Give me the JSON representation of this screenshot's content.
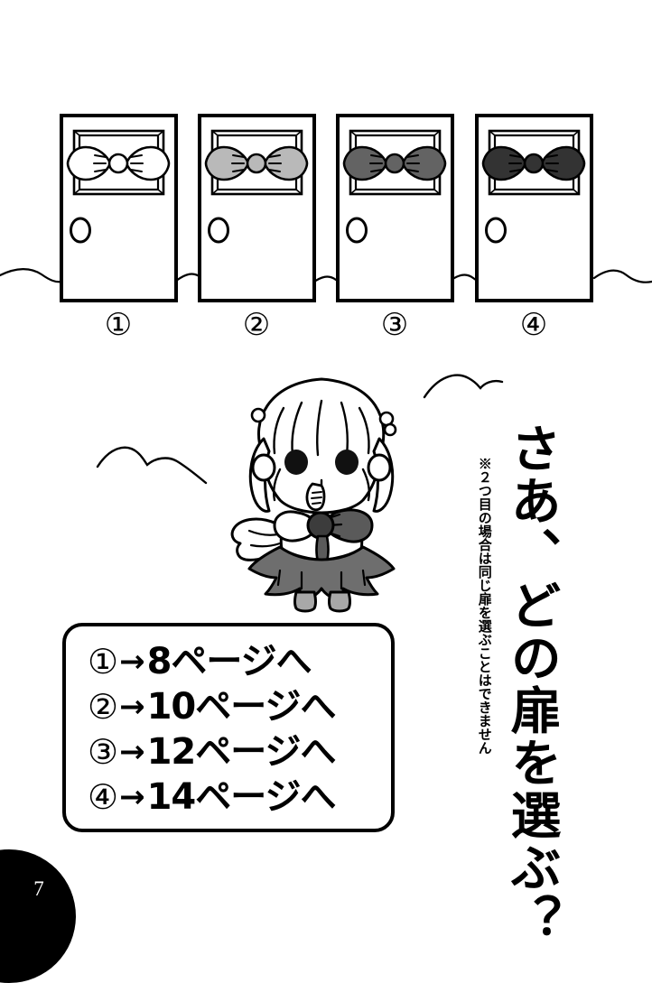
{
  "page": {
    "number": "7",
    "background_color": "#ffffff",
    "ink_color": "#000000"
  },
  "scene": {
    "name": "four-doors-scene",
    "doors": [
      {
        "id": "1",
        "label": "①",
        "bow_color": "#ffffff",
        "bow_name": "bow-ribbon-white"
      },
      {
        "id": "2",
        "label": "②",
        "bow_color": "#b9b9b9",
        "bow_name": "bow-ribbon-light-gray"
      },
      {
        "id": "3",
        "label": "③",
        "bow_color": "#636363",
        "bow_name": "bow-ribbon-medium-gray"
      },
      {
        "id": "4",
        "label": "④",
        "bow_color": "#333333",
        "bow_name": "bow-ribbon-dark"
      }
    ]
  },
  "character": {
    "name": "angel-girl-illustration",
    "description": "chibi winged girl with bow tie",
    "skirt_color": "#6e6e6e",
    "boot_color": "#a8a8a8",
    "bowtie_color": "#5a5a5a",
    "knot_color": "#3c3c3c"
  },
  "headline": {
    "text": "さあ、どの扉を選ぶ？"
  },
  "note": {
    "text": "※２つ目の場合は同じ扉を選ぶことはできません"
  },
  "choices": {
    "name": "page-routing-box",
    "rows": [
      {
        "num": "①",
        "arrow": "→",
        "dest": "8ページへ"
      },
      {
        "num": "②",
        "arrow": "→",
        "dest": "10ページへ"
      },
      {
        "num": "③",
        "arrow": "→",
        "dest": "12ページへ"
      },
      {
        "num": "④",
        "arrow": "→",
        "dest": "14ページへ"
      }
    ]
  }
}
